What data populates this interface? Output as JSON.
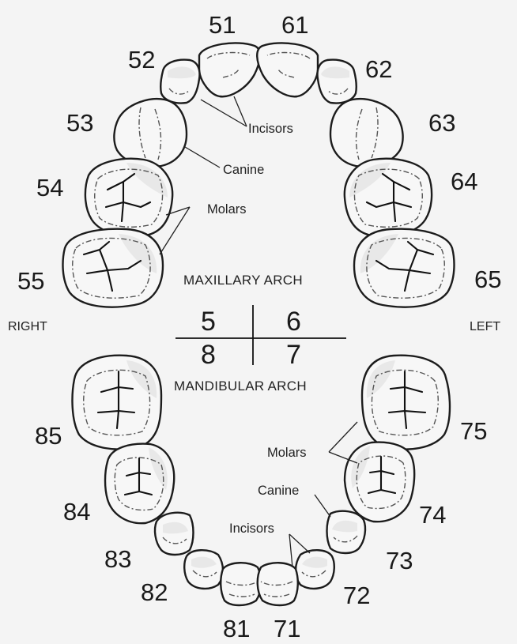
{
  "tooth_numbers": {
    "t51": "51",
    "t52": "52",
    "t53": "53",
    "t54": "54",
    "t55": "55",
    "t61": "61",
    "t62": "62",
    "t63": "63",
    "t64": "64",
    "t65": "65",
    "t71": "71",
    "t72": "72",
    "t73": "73",
    "t74": "74",
    "t75": "75",
    "t81": "81",
    "t82": "82",
    "t83": "83",
    "t84": "84",
    "t85": "85"
  },
  "labels": {
    "upper_incisors": "Incisors",
    "upper_canine": "Canine",
    "upper_molars": "Molars",
    "lower_molars": "Molars",
    "lower_canine": "Canine",
    "lower_incisors": "Incisors"
  },
  "arch": {
    "maxillary": "MAXILLARY ARCH",
    "mandibular": "MANDIBULAR ARCH"
  },
  "sides": {
    "right": "RIGHT",
    "left": "LEFT"
  },
  "quadrants": {
    "upper_right": "5",
    "upper_left": "6",
    "lower_right": "8",
    "lower_left": "7"
  }
}
